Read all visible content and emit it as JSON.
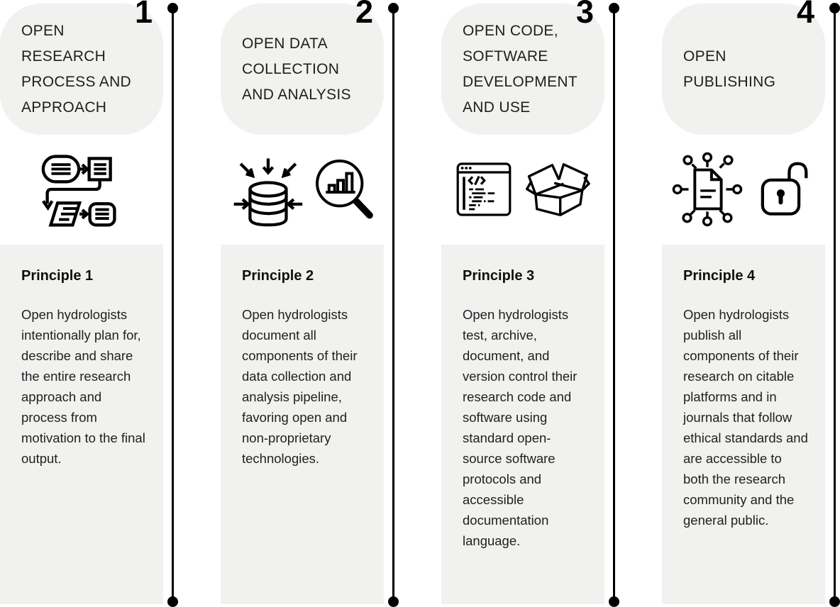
{
  "page": {
    "background_color": "#ffffff",
    "panel_color": "#f1f1ef",
    "line_color": "#000000",
    "text_color": "#1e1e1e"
  },
  "columns": [
    {
      "number": "1",
      "title": "OPEN\nRESEARCH\nPROCESS AND\nAPPROACH",
      "heading": "Principle 1",
      "body": "Open hydrologists intentionally plan for, describe and share the entire research approach and process from motivation to the final output.",
      "icons": [
        "flowchart-icon"
      ]
    },
    {
      "number": "2",
      "title": "OPEN DATA\nCOLLECTION\nAND ANALYSIS",
      "heading": "Principle 2",
      "body": "Open hydrologists document all components of their data collection and analysis pipeline, favoring open and non-proprietary technologies.",
      "icons": [
        "database-inflow-icon",
        "magnifier-bar-chart-icon"
      ]
    },
    {
      "number": "3",
      "title": "OPEN CODE,\nSOFTWARE\nDEVELOPMENT\nAND USE",
      "heading": "Principle 3",
      "body": "Open hydrologists test, archive, document, and version control their research code and software using standard open-source software protocols and accessible documentation language.",
      "icons": [
        "code-window-icon",
        "open-box-icon"
      ]
    },
    {
      "number": "4",
      "title": "OPEN\nPUBLISHING",
      "heading": "Principle 4",
      "body": "Open hydrologists publish all components of their research on citable platforms and in journals that follow ethical standards and are accessible to both the research community and the general public.",
      "icons": [
        "shared-document-icon",
        "open-padlock-icon"
      ]
    }
  ]
}
